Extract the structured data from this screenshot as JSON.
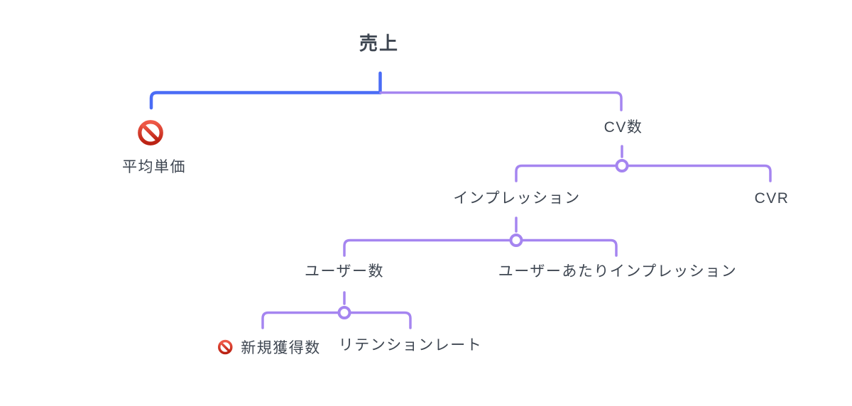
{
  "colors": {
    "blue": "#4a6cf5",
    "purple": "#a585f0",
    "red": "#d7352b",
    "text": "#3e4651"
  },
  "icons": {
    "blocked": "prohibited-icon"
  },
  "tree": {
    "label": "売上",
    "blocked": false,
    "children": [
      {
        "label": "平均単価",
        "blocked": true,
        "children": []
      },
      {
        "label": "CV数",
        "blocked": false,
        "children": [
          {
            "label": "インプレッション",
            "blocked": false,
            "children": [
              {
                "label": "ユーザー数",
                "blocked": false,
                "children": [
                  {
                    "label": "新規獲得数",
                    "blocked": true,
                    "children": []
                  },
                  {
                    "label": "リテンションレート",
                    "blocked": false,
                    "children": []
                  }
                ]
              },
              {
                "label": "ユーザーあたりインプレッション",
                "blocked": false,
                "children": []
              }
            ]
          },
          {
            "label": "CVR",
            "blocked": false,
            "children": []
          }
        ]
      }
    ]
  }
}
